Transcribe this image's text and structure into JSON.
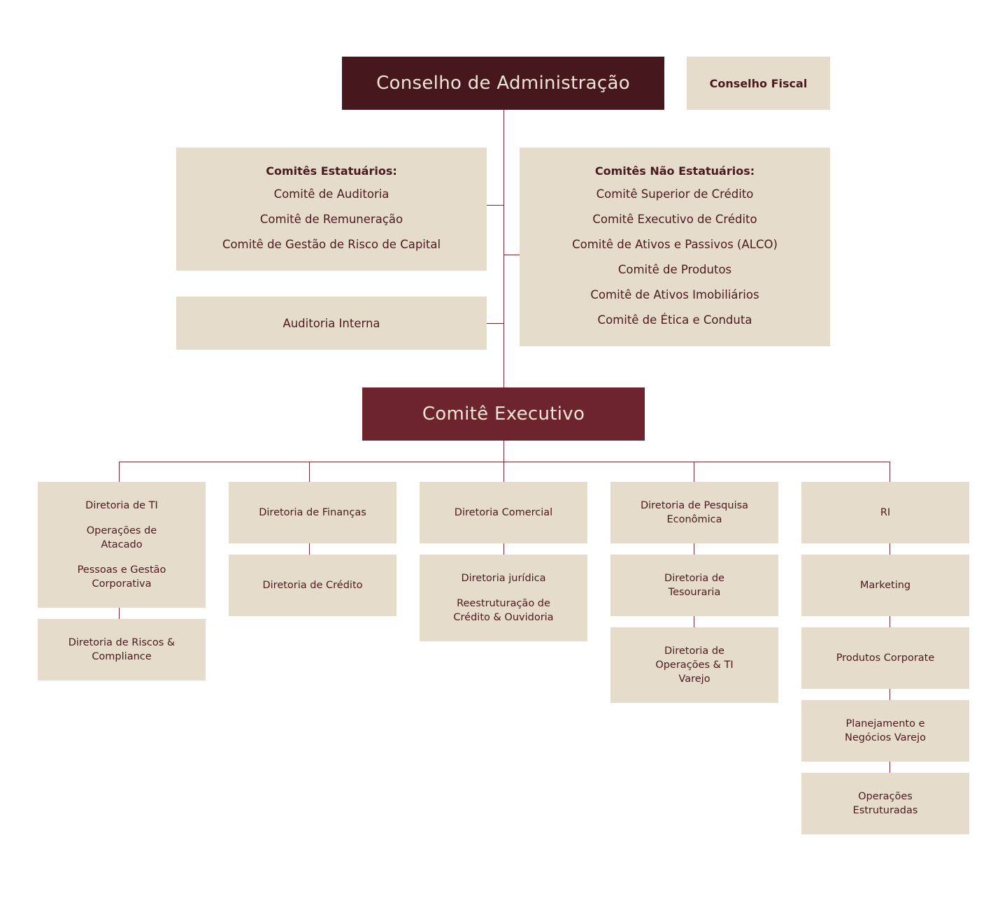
{
  "colors": {
    "board": "#46171d",
    "executive": "#6e242c",
    "box": "#e5dccb",
    "text": "#4a1a1f",
    "connector": "#6e2a30"
  },
  "top": {
    "board": "Conselho de Administração",
    "fiscal": "Conselho Fiscal"
  },
  "statutory": {
    "heading": "Comitês Estatuários:",
    "items": [
      "Comitê de Auditoria",
      "Comitê de Remuneração",
      "Comitê de Gestão de Risco de Capital"
    ]
  },
  "internal_audit": "Auditoria Interna",
  "non_statutory": {
    "heading": "Comitês Não Estatuários:",
    "items": [
      "Comitê Superior de Crédito",
      "Comitê Executivo de Crédito",
      "Comitê de Ativos e Passivos (ALCO)",
      "Comitê de Produtos",
      "Comitê de Ativos Imobiliários",
      "Comitê de Ética e Conduta"
    ]
  },
  "executive": "Comitê Executivo",
  "columns": [
    {
      "boxes": [
        {
          "lines": [
            "Diretoria de TI",
            "Operações de Atacado",
            "Pessoas e Gestão Corporativa"
          ]
        },
        {
          "lines": [
            "Diretoria de Riscos & Compliance"
          ]
        }
      ]
    },
    {
      "boxes": [
        {
          "lines": [
            "Diretoria de Finanças"
          ]
        },
        {
          "lines": [
            "Diretoria de Crédito"
          ]
        }
      ]
    },
    {
      "boxes": [
        {
          "lines": [
            "Diretoria Comercial"
          ]
        },
        {
          "lines": [
            "Diretoria jurídica",
            "Reestruturação de Crédito & Ouvidoria"
          ]
        }
      ]
    },
    {
      "boxes": [
        {
          "lines": [
            "Diretoria de Pesquisa Econômica"
          ]
        },
        {
          "lines": [
            "Diretoria de Tesouraria"
          ]
        },
        {
          "lines": [
            "Diretoria de Operações & TI Varejo"
          ]
        }
      ]
    },
    {
      "boxes": [
        {
          "lines": [
            "RI"
          ]
        },
        {
          "lines": [
            "Marketing"
          ]
        },
        {
          "lines": [
            "Produtos Corporate"
          ]
        },
        {
          "lines": [
            "Planejamento e Negócios Varejo"
          ]
        },
        {
          "lines": [
            "Operações Estruturadas"
          ]
        }
      ]
    }
  ]
}
